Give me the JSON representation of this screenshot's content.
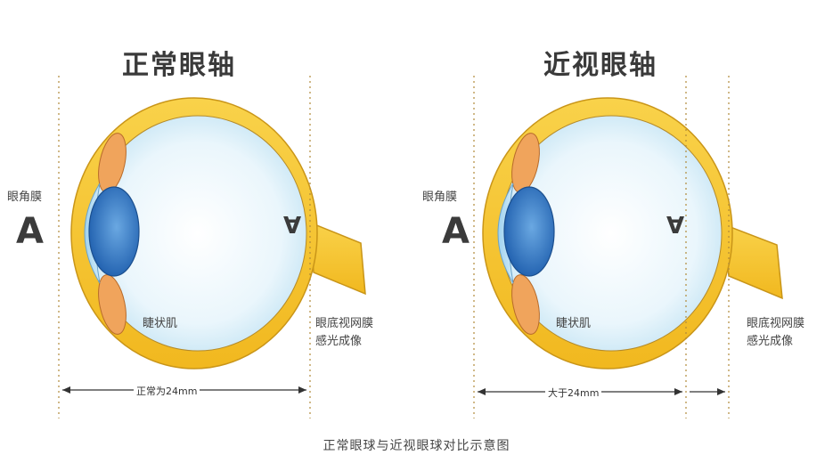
{
  "normal": {
    "title": "正常眼轴",
    "cornea_label": "眼角膜",
    "object_letter": "A",
    "image_letter": "A",
    "ciliary_label": "睫状肌",
    "retina_line1": "眼底视网膜",
    "retina_line2": "感光成像",
    "axis_label": "正常为24mm"
  },
  "myopia": {
    "title": "近视眼轴",
    "cornea_label": "眼角膜",
    "object_letter": "A",
    "image_letter": "A",
    "ciliary_label": "睫状肌",
    "retina_line1": "眼底视网膜",
    "retina_line2": "感光成像",
    "axis_label": "大于24mm"
  },
  "caption": "正常眼球与近视眼球对比示意图",
  "colors": {
    "sclera": "#f6c531",
    "sclera_edge": "#c99518",
    "vitreous": "#e4f3fb",
    "lens": "#2f7fcb",
    "ciliary": "#f0a45c"
  }
}
